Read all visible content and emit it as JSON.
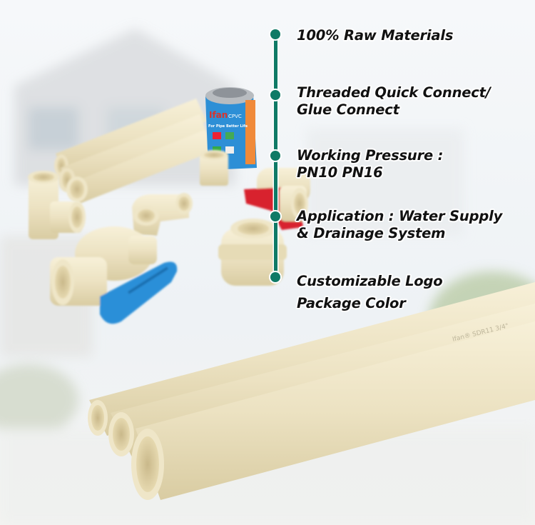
{
  "features": [
    {
      "lines": [
        "100% Raw Materials"
      ]
    },
    {
      "lines": [
        "Threaded Quick Connect/",
        "Glue Connect"
      ]
    },
    {
      "lines": [
        "Working Pressure :",
        "PN10 PN16"
      ]
    },
    {
      "lines": [
        "Application : Water Supply",
        "& Drainage System"
      ]
    },
    {
      "lines": [
        "Customizable Logo",
        "Package Color"
      ]
    }
  ],
  "product_print": {
    "can_brand": "Ifan",
    "can_type": "CPVC",
    "can_slogan": "For Pipe Better Life",
    "pipe_marking": "Ifan® SDR11 3/4\""
  },
  "colors": {
    "accent": "#0f7a66",
    "pipe": "#ece3c4",
    "valve_blue": "#2a8fd8",
    "valve_red": "#d8242f"
  }
}
